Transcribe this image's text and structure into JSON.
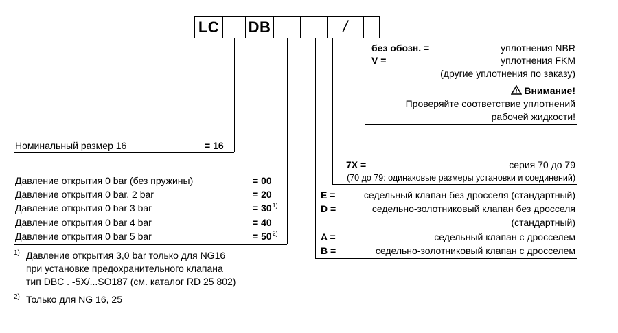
{
  "code": {
    "box1": "LC",
    "box2": "",
    "box3": "DB",
    "box4": "",
    "box5": "",
    "box6": "/",
    "box7": ""
  },
  "seals": {
    "none_key": "без обозн. =",
    "none_val": "уплотнения NBR",
    "v_key": "V =",
    "v_val": "уплотнения FKM",
    "other": "(другие уплотнения по заказу)",
    "attention": "Внимание!",
    "check_line1": "Проверяйте соответствие уплотнений",
    "check_line2": "рабочей жидкости!"
  },
  "series": {
    "key": "7X =",
    "val": "серия 70 до 79",
    "note": "(70 до 79: одинаковые размеры установки и соединений)"
  },
  "valve_types": [
    {
      "key": "E =",
      "val": "седельный клапан без дросселя (стандартный)"
    },
    {
      "key": "D =",
      "val": "седельно-золотниковый клапан без дросселя"
    },
    {
      "key": "",
      "val": "(стандартный)"
    },
    {
      "key": "A =",
      "val": "седельный клапан с дросселем"
    },
    {
      "key": "B =",
      "val": "седельно-золотниковый клапан с дросселем"
    }
  ],
  "nominal": {
    "label": "Номинальный размер 16",
    "value": "= 16"
  },
  "pressures": [
    {
      "label": "Давление открытия 0 bar (без пружины)",
      "value": "= 00",
      "note": ""
    },
    {
      "label": "Давление открытия 0 bar. 2 bar",
      "value": "= 20",
      "note": ""
    },
    {
      "label": "Давление открытия 0 bar 3 bar",
      "value": "= 30",
      "note": "1)"
    },
    {
      "label": "Давление открытия 0 bar 4 bar",
      "value": "= 40",
      "note": ""
    },
    {
      "label": "Давление открытия 0 bar 5 bar",
      "value": "= 50",
      "note": "2)"
    }
  ],
  "footnotes": {
    "f1_mark": "1)",
    "f1_line1": "Давление открытия 3,0 bar только для  NG16",
    "f1_line2": "при установке предохранительного клапана",
    "f1_line3": "тип DBC . -5X/...SO187 (см. каталог RD 25 802)",
    "f2_mark": "2)",
    "f2_line1": "Только для  NG 16, 25"
  }
}
